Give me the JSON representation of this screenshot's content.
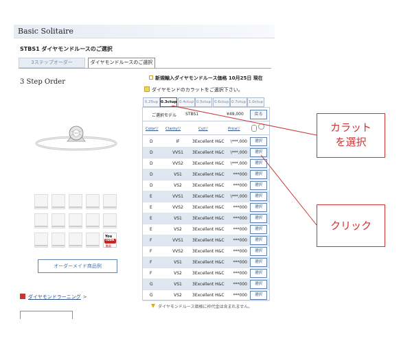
{
  "page": {
    "title": "Basic Solitaire",
    "subtitle": "STBS1 ダイヤモンドルースのご選択",
    "step_order": "3 Step Order"
  },
  "tabs": [
    "3ステップオーダー",
    "ダイヤモンドルースのご選択"
  ],
  "left": {
    "youtube_top": "You",
    "youtube_label": "Tube",
    "youtube_bottom": "動画",
    "order_button": "オーダーメイド商品例",
    "training_link": "ダイヤモンドラーニング",
    "training_arrow": ">"
  },
  "right": {
    "announce": "新規輸入ダイヤモンドルース価格 10月25日 現在",
    "instruction": "ダイヤモンドのカラットをご選択下さい。",
    "carat_tabs": [
      "0.25up",
      "0.3ctup",
      "0.4ctup",
      "0.5ctup",
      "0.6ctup",
      "0.7ctup",
      "1.0ctup"
    ],
    "active_carat": "0.3ctup",
    "model": {
      "label": "ご選択モデル",
      "code": "STBS1",
      "price": "¥49,000",
      "back": "戻る"
    },
    "headers": {
      "color": "Color",
      "clarity": "Clarity",
      "cut": "Cut",
      "price": "Price",
      "sort": "▽"
    },
    "rows": [
      {
        "color": "D",
        "clarity": "IF",
        "cut": "3Excellent H&C",
        "price": "\\***,000",
        "select": "選択"
      },
      {
        "color": "D",
        "clarity": "VVS1",
        "cut": "3Excellent H&C",
        "price": "\\***,000",
        "select": "選択"
      },
      {
        "color": "D",
        "clarity": "VVS2",
        "cut": "3Excellent H&C",
        "price": "\\***,000",
        "select": "選択"
      },
      {
        "color": "D",
        "clarity": "VS1",
        "cut": "3Excellent H&C",
        "price": "***000",
        "select": "選択"
      },
      {
        "color": "D",
        "clarity": "VS2",
        "cut": "3Excellent H&C",
        "price": "***000",
        "select": "選択"
      },
      {
        "color": "E",
        "clarity": "VVS1",
        "cut": "3Excellent H&C",
        "price": "\\***,000",
        "select": "選択"
      },
      {
        "color": "E",
        "clarity": "VVS2",
        "cut": "3Excellent H&C",
        "price": "***000",
        "select": "選択"
      },
      {
        "color": "E",
        "clarity": "VS1",
        "cut": "3Excellent H&C",
        "price": "***000",
        "select": "選択"
      },
      {
        "color": "E",
        "clarity": "VS2",
        "cut": "3Excellent H&C",
        "price": "***000",
        "select": "選択"
      },
      {
        "color": "F",
        "clarity": "VVS1",
        "cut": "3Excellent H&C",
        "price": "***000",
        "select": "選択"
      },
      {
        "color": "F",
        "clarity": "VVS2",
        "cut": "3Excellent H&C",
        "price": "***000",
        "select": "選択"
      },
      {
        "color": "F",
        "clarity": "VS1",
        "cut": "3Excellent H&C",
        "price": "***000",
        "select": "選択"
      },
      {
        "color": "F",
        "clarity": "VS2",
        "cut": "3Excellent H&C",
        "price": "***000",
        "select": "選択"
      },
      {
        "color": "G",
        "clarity": "VS1",
        "cut": "3Excellent H&C",
        "price": "***000",
        "select": "選択"
      },
      {
        "color": "G",
        "clarity": "VS2",
        "cut": "3Excellent H&C",
        "price": "***000",
        "select": "選択"
      }
    ],
    "note": "ダイヤモンドルース価格に枠代金は含まれません。"
  },
  "annotations": {
    "carat_line1": "カラット",
    "carat_line2": "を選択",
    "click": "クリック"
  },
  "colors": {
    "accent": "#2a4f88",
    "annotation": "#cc3333",
    "row_alt": "#dfe7f1"
  }
}
